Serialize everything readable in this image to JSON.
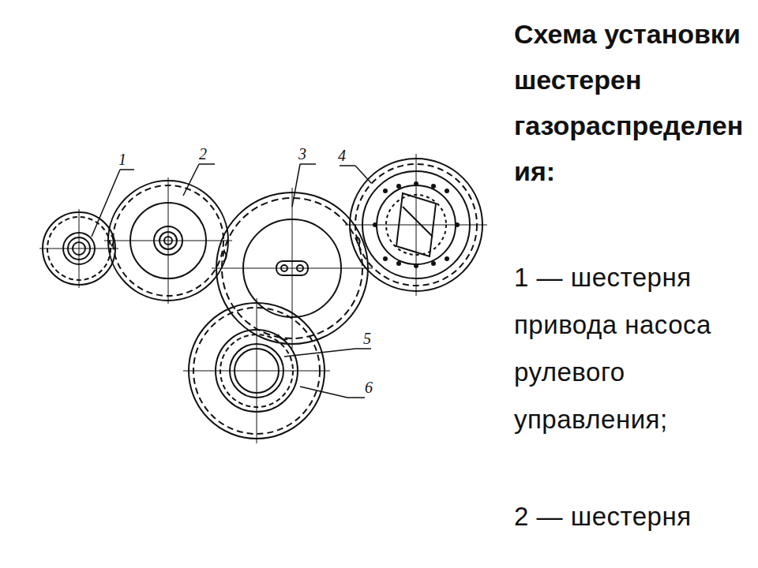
{
  "diagram": {
    "title": "Схема установки шестерен газораспределения:",
    "labels": [
      "1",
      "2",
      "3",
      "4",
      "5",
      "6",
      "1 — шестерня привода насоса рулевого управления;",
      "2 — шестерня"
    ]
  }
}
